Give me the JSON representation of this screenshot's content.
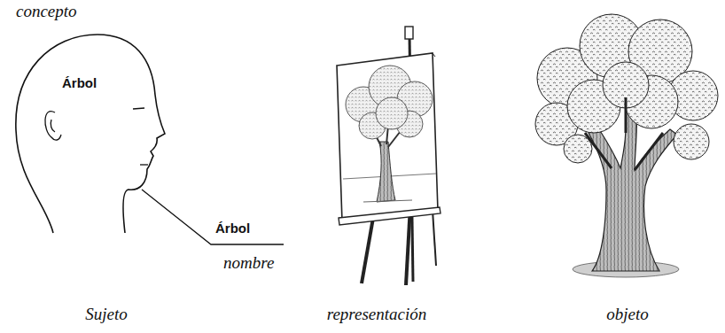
{
  "diagram": {
    "nodes": [
      {
        "text": [
          "Árbol"
        ]
      }
    ],
    "labels": [
      "concepto",
      "Árbol",
      "nombre",
      "Sujeto",
      "representación",
      "objeto"
    ]
  }
}
